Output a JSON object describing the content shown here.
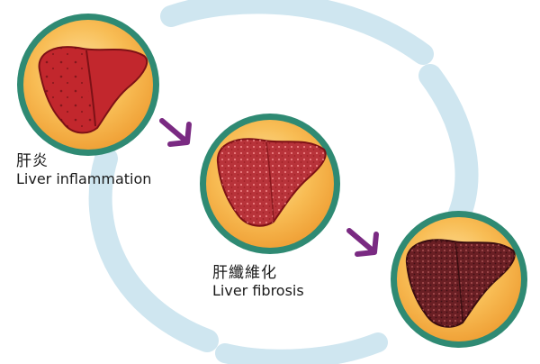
{
  "stages": [
    {
      "label_zh": "肝炎",
      "label_en": "Liver inflammation",
      "liver_color": "#c2272d"
    },
    {
      "label_zh": "肝纖維化",
      "label_en": "Liver fibrosis",
      "liver_color": "#b8333a"
    },
    {
      "label_zh": "",
      "label_en": "",
      "liver_color": "#6a1f24"
    }
  ],
  "colors": {
    "cycle_ring": "#cfe6f0",
    "circle_fill": "#f7b44a",
    "circle_border": "#2f8a73",
    "arrow": "#7a2a82"
  },
  "icons": [
    "liver-inflamed-icon",
    "liver-fibrosis-icon",
    "liver-cirrhosis-icon",
    "arrow-down-right-icon"
  ]
}
